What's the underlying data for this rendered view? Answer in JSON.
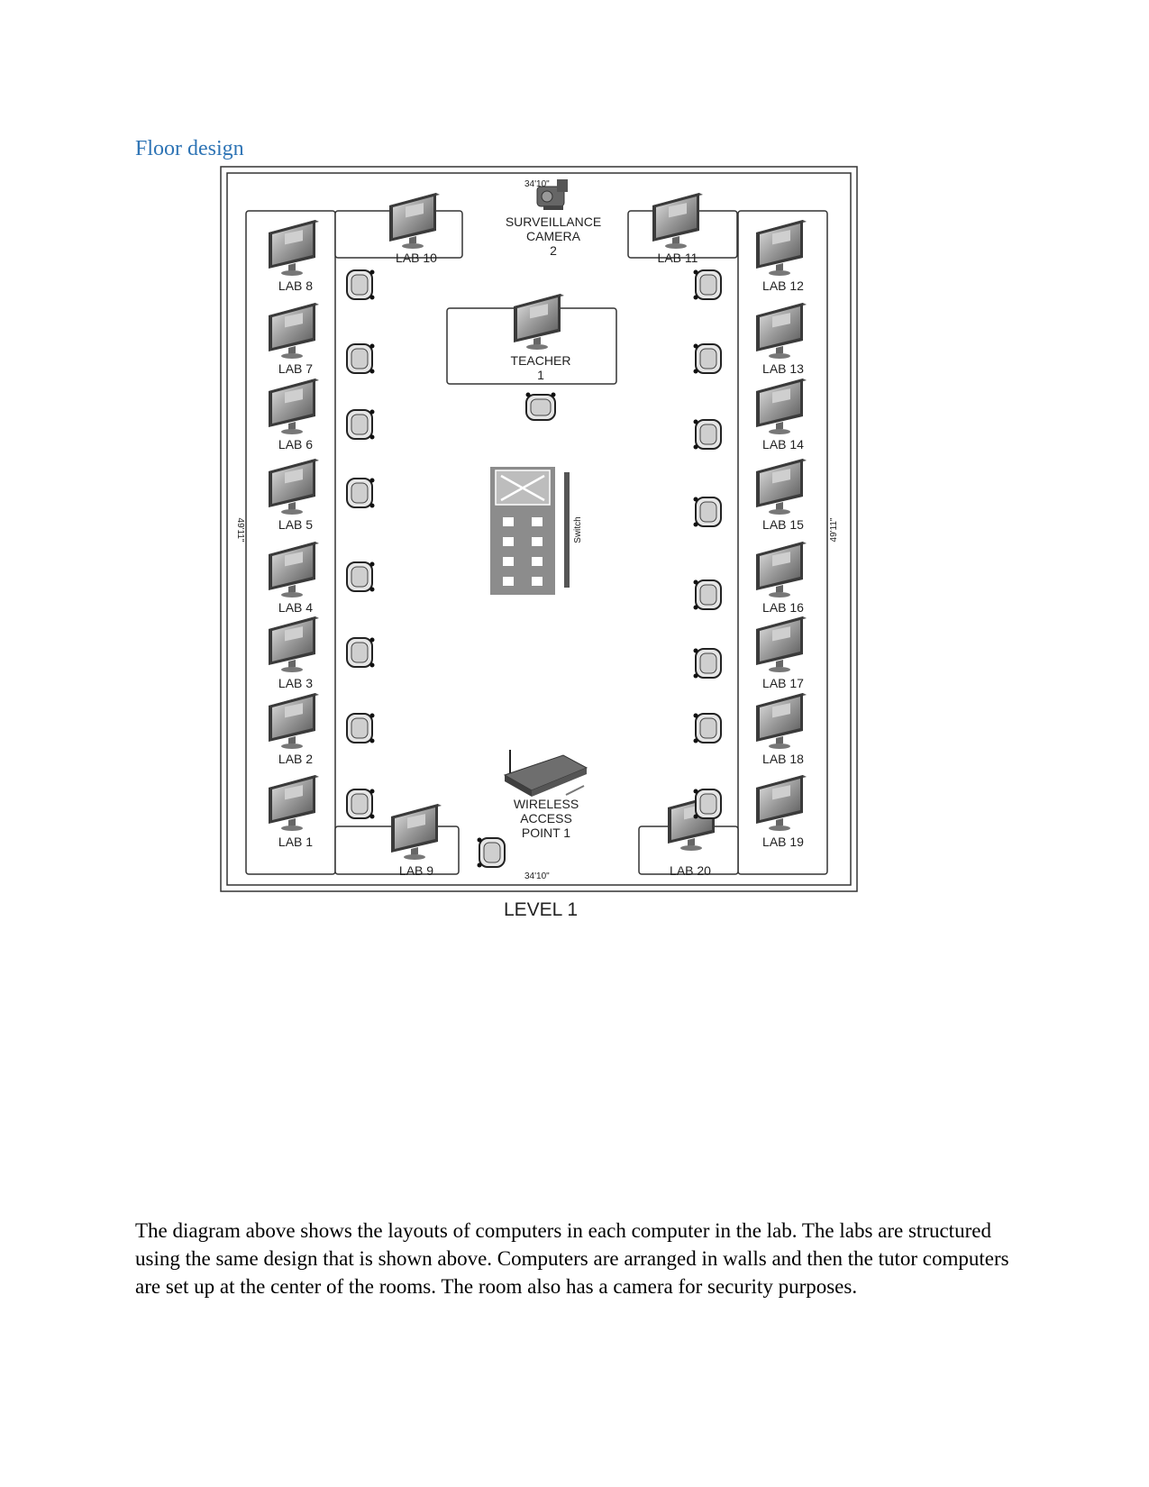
{
  "heading": "Floor design",
  "floor": {
    "level_title": "LEVEL 1",
    "dim_top": "34'10\"",
    "dim_bottom": "34'10\"",
    "dim_left": "49'11\"",
    "dim_right": "49'11\"",
    "camera": [
      "SURVEILLANCE",
      "CAMERA",
      "2"
    ],
    "teacher": [
      "TEACHER",
      "1"
    ],
    "switch_label": "Switch",
    "access_point": [
      "WIRELESS",
      "ACCESS",
      "POINT 1"
    ],
    "labs": {
      "lab1": "LAB 1",
      "lab2": "LAB 2",
      "lab3": "LAB 3",
      "lab4": "LAB 4",
      "lab5": "LAB 5",
      "lab6": "LAB 6",
      "lab7": "LAB 7",
      "lab8": "LAB 8",
      "lab9": "LAB 9",
      "lab10": "LAB 10",
      "lab11": "LAB 11",
      "lab12": "LAB 12",
      "lab13": "LAB 13",
      "lab14": "LAB 14",
      "lab15": "LAB 15",
      "lab16": "LAB 16",
      "lab17": "LAB 17",
      "lab18": "LAB 18",
      "lab19": "LAB 19",
      "lab20": "LAB 20"
    }
  },
  "paragraph": "The diagram above shows the layouts of computers in each computer in the lab. The labs are structured using the same design that is shown above. Computers are arranged in walls and then the tutor computers are set up at the center of the rooms. The room also has a camera for security purposes."
}
